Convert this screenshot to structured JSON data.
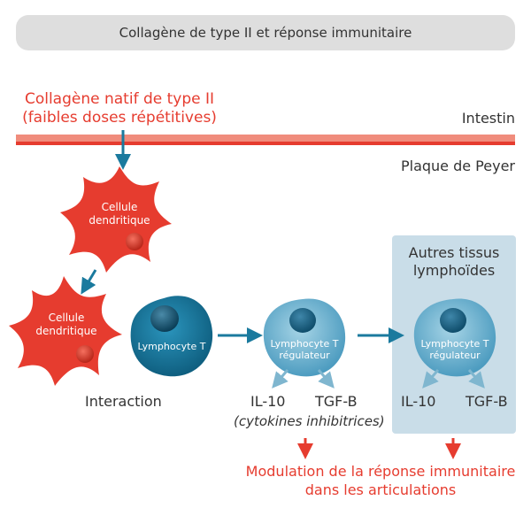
{
  "title": "Collagène de type II et réponse immunitaire",
  "input": {
    "line1": "Collagène natif de type II",
    "line2": "(faibles doses répétitives)"
  },
  "labels": {
    "intestine": "Intestin",
    "peyer": "Plaque de Peyer",
    "interaction": "Interaction",
    "other_tissues_line1": "Autres tissus",
    "other_tissues_line2": "lymphoïdes",
    "inhibitory": "(cytokines inhibitrices)"
  },
  "cells": {
    "dendritic_line1": "Cellule",
    "dendritic_line2": "dendritique",
    "t_cell": "Lymphocyte T",
    "treg_line1": "Lymphocyte T",
    "treg_line2": "régulateur"
  },
  "cytokines": {
    "il10": "IL-10",
    "tgfb": "TGF-B"
  },
  "outcome": {
    "line1": "Modulation de la réponse immunitaire",
    "line2": "dans les articulations"
  },
  "colors": {
    "red": "#e63c2f",
    "teal": "#1a7a9e",
    "light_teal": "#5ba8c8",
    "panel": "#c9dde8",
    "membrane": "#f08c7c"
  }
}
